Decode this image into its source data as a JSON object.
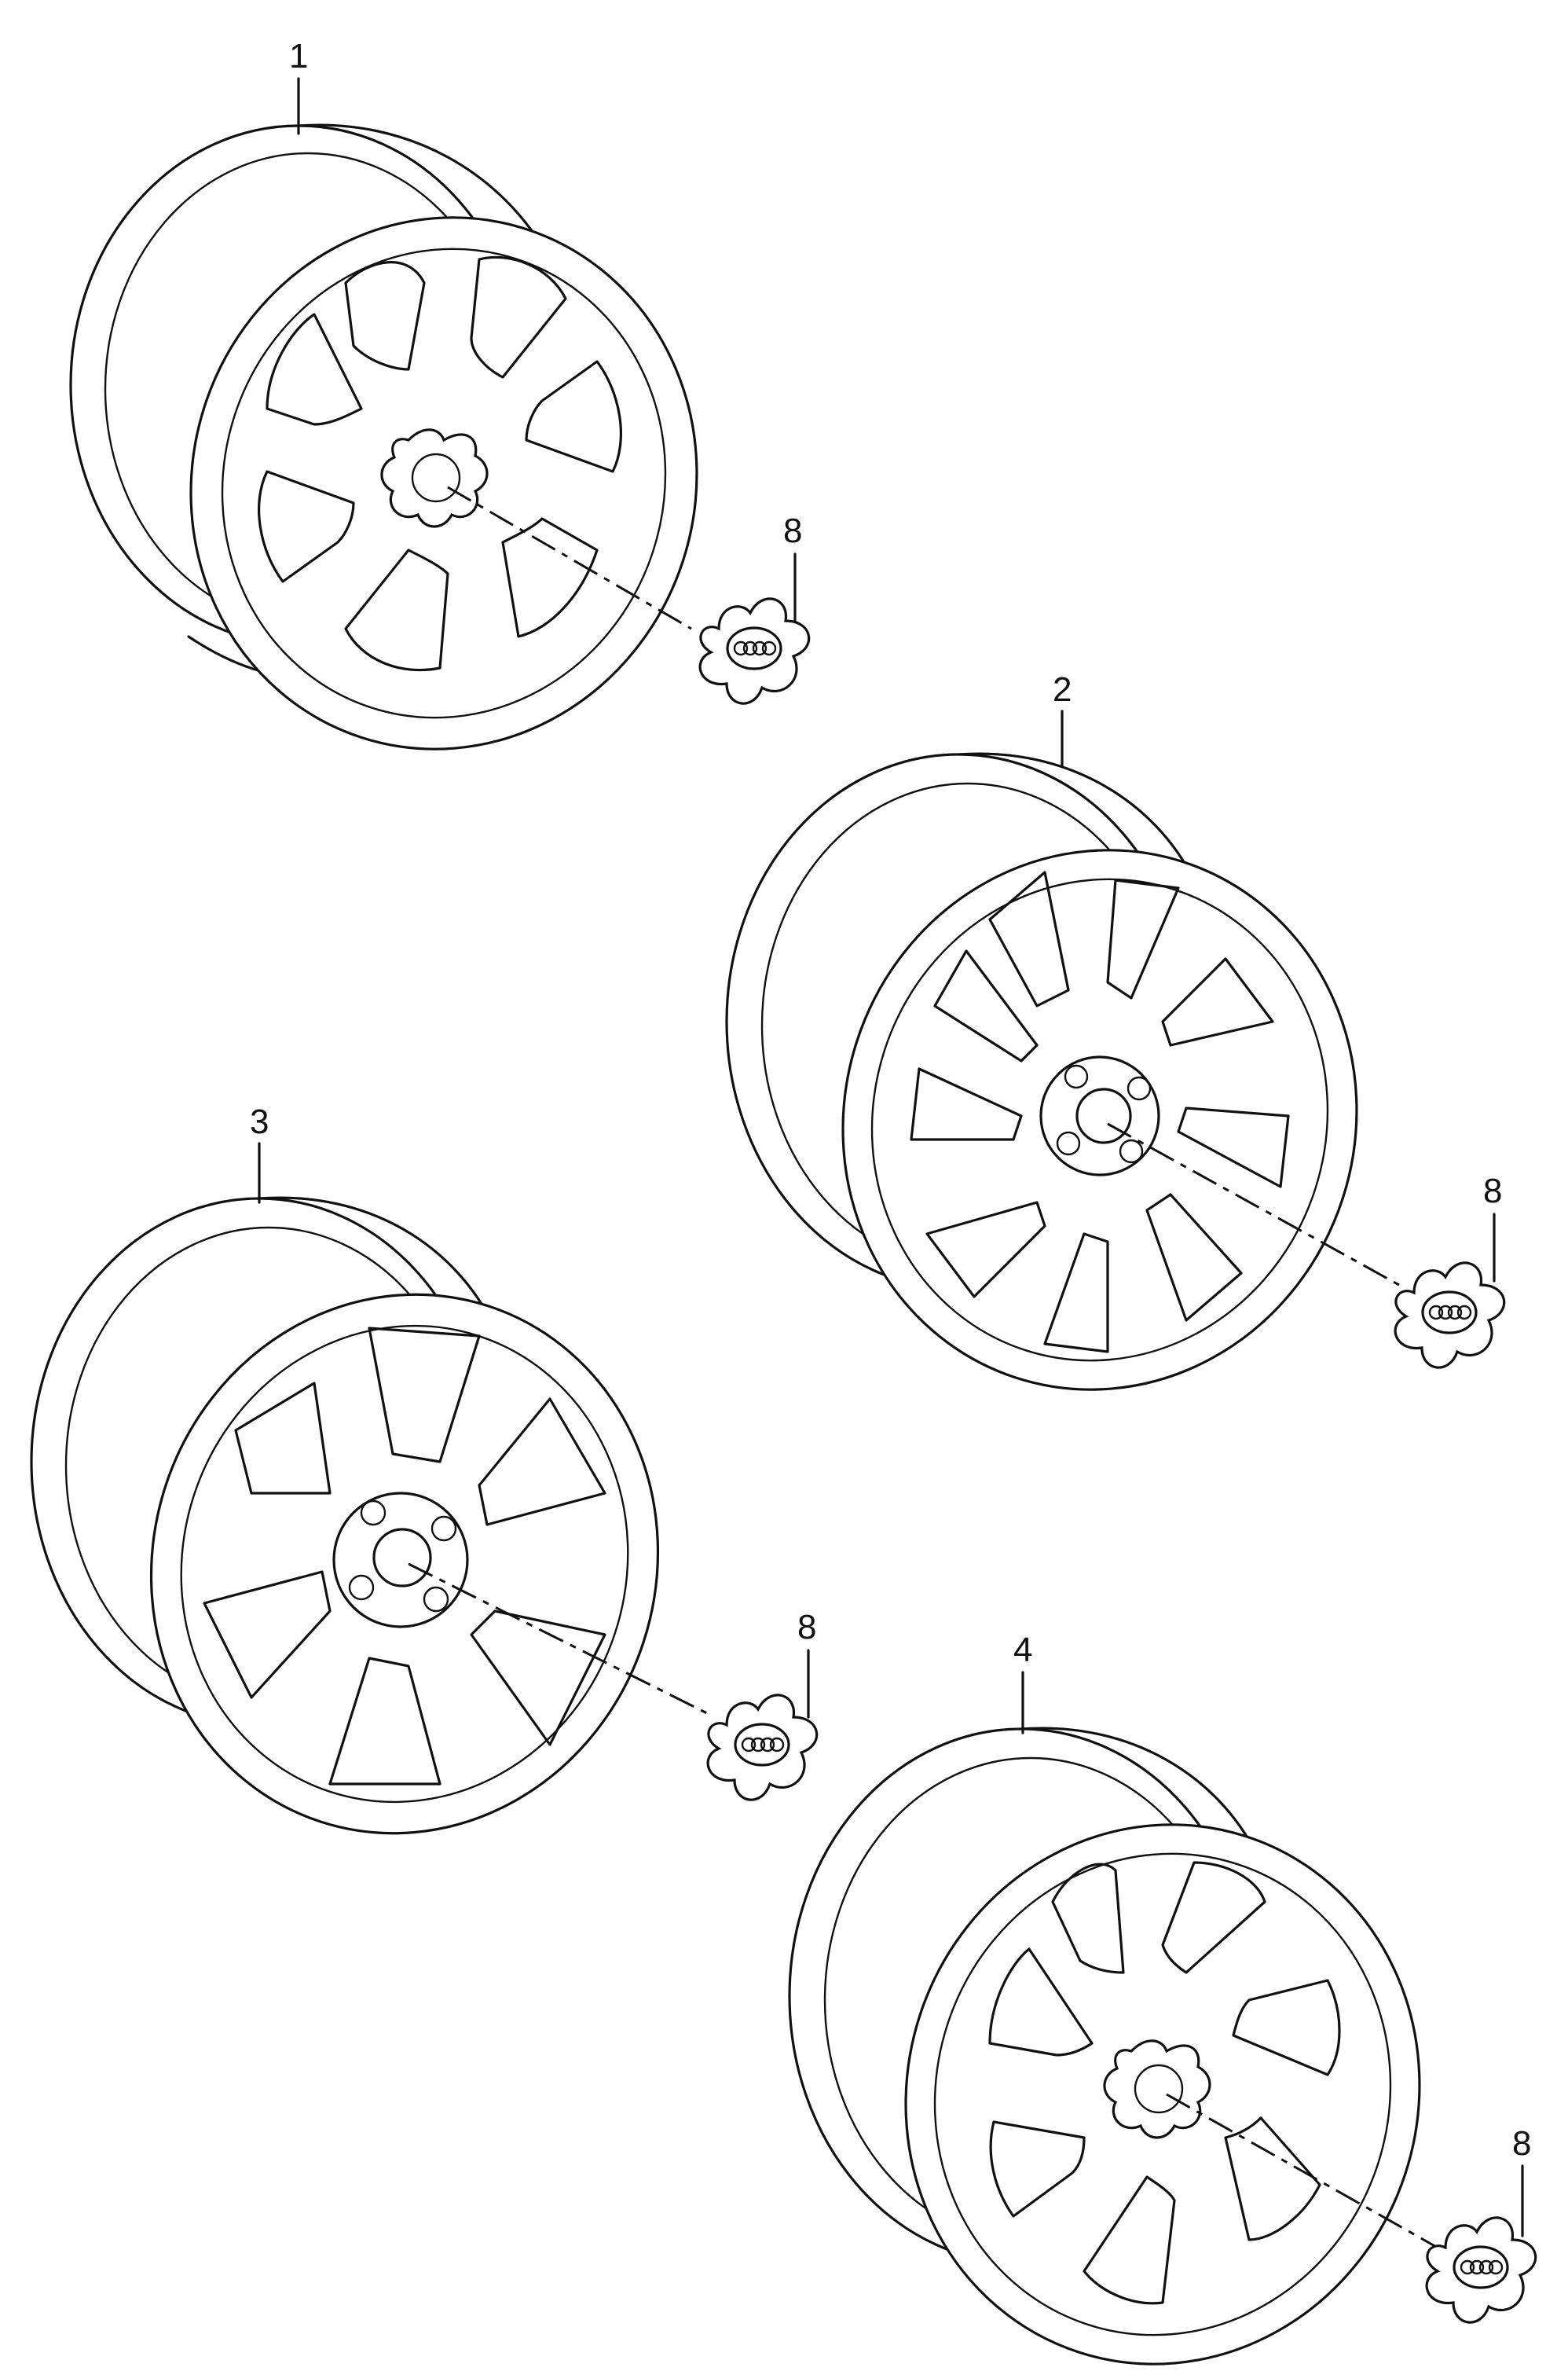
{
  "diagram": {
    "callouts": {
      "wheel1": "1",
      "wheel2": "2",
      "wheel3": "3",
      "wheel4": "4",
      "cap": "8"
    },
    "colors": {
      "line": "#111111",
      "background": "#ffffff"
    },
    "icons": {
      "wheel": "alloy-wheel-icon",
      "center_cap": "center-cap-icon"
    }
  }
}
